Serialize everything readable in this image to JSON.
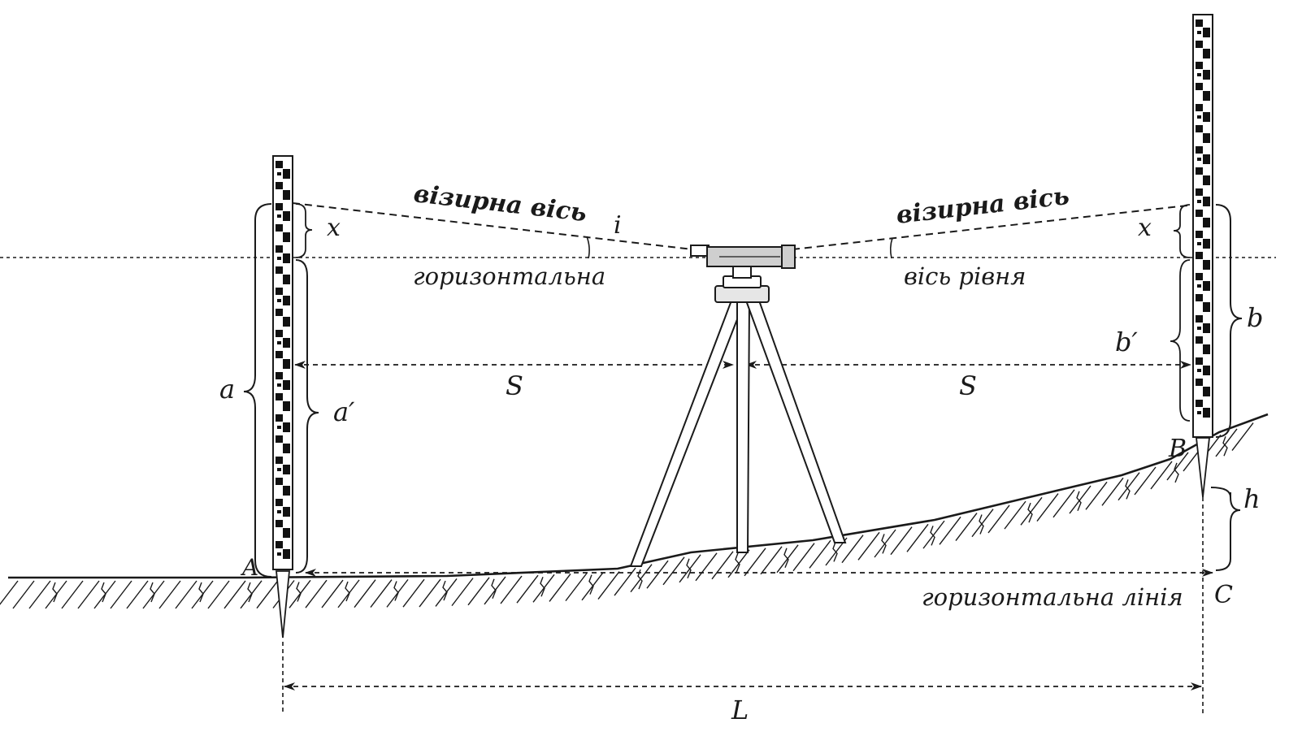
{
  "labels": {
    "sight_axis_left": "візирна вісь",
    "sight_axis_right": "візирна вісь",
    "horizontal_left": "горизонтальна",
    "level_axis_right": "вісь рівня",
    "horizontal_line": "горизонтальна лінія",
    "angle_i": "i",
    "x_left": "x",
    "x_right": "x",
    "a": "a",
    "a_prime": "a′",
    "b": "b",
    "b_prime": "b′",
    "s_left": "S",
    "s_right": "S",
    "point_a": "A",
    "point_b": "B",
    "point_c": "C",
    "h": "h",
    "l": "L"
  },
  "colors": {
    "ink": "#1a1a1a",
    "instrument_fill": "#cfcfcf",
    "staff_dark": "#111111"
  },
  "icons": [
    "level-instrument-icon",
    "tripod-icon",
    "leveling-staff-icon",
    "stake-icon",
    "ground-hatching-icon"
  ]
}
